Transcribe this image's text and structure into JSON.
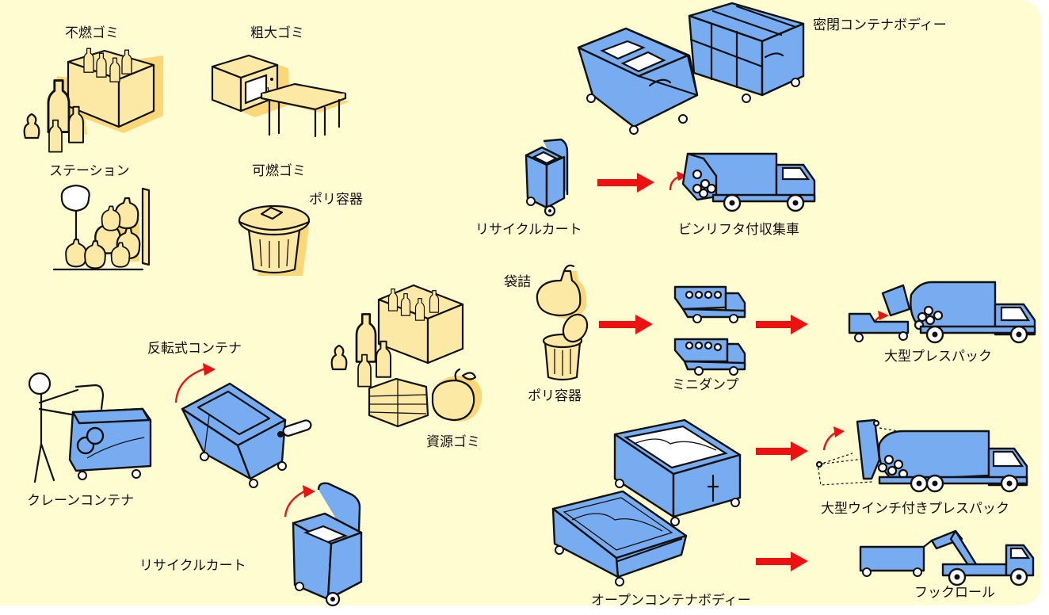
{
  "labels": {
    "funen_gomi": "不燃ゴミ",
    "sodai_gomi": "粗大ゴミ",
    "station": "ステーション",
    "kanen_gomi": "可燃ゴミ",
    "poly_container_top": "ポリ容器",
    "hanten_container": "反転式コンテナ",
    "crane_container": "クレーンコンテナ",
    "recycle_cart_bottom": "リサイクルカート",
    "shigen_gomi": "資源ゴミ",
    "mippei_container": "密閉コンテナボディー",
    "recycle_cart_top": "リサイクルカート",
    "bin_lift_truck": "ビンリフタ付収集車",
    "fukuzume": "袋詰",
    "poly_container_mid": "ポリ容器",
    "mini_dump": "ミニダンプ",
    "ogata_press_pack": "大型プレスパック",
    "open_container": "オープンコンテナボディー",
    "winch_press_pack": "大型ウインチ付きプレスパック",
    "hook_roll": "フックロール"
  },
  "colors": {
    "background": "#fffcd2",
    "container_blue": "#78acf0",
    "item_yellow": "#fde9a6",
    "shadow_yellow": "#fbd778",
    "arrow_red": "#ee1111"
  }
}
